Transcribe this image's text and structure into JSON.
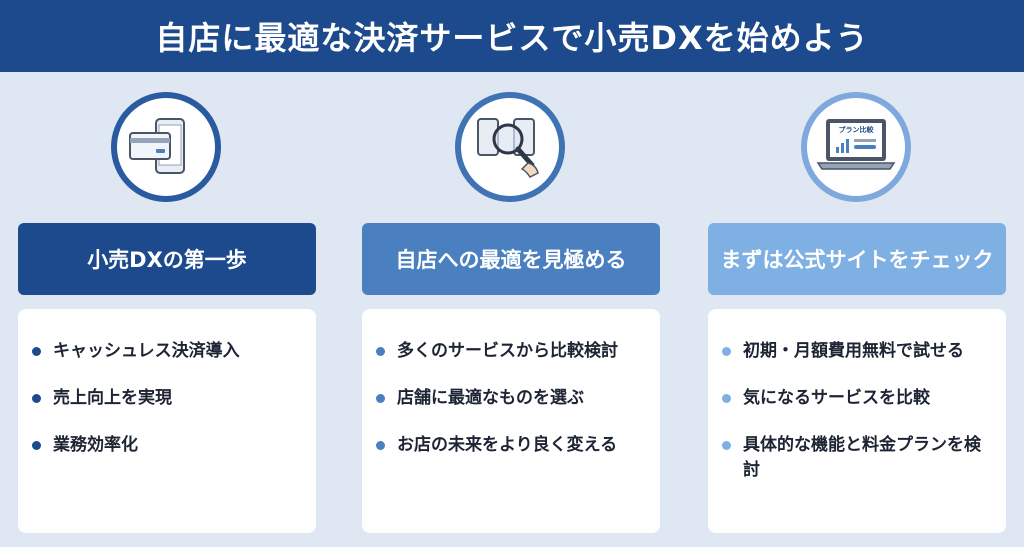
{
  "banner": {
    "title": "自店に最適な決済サービスで小売DXを始めよう"
  },
  "columns": [
    {
      "icon": "card-and-phone-icon",
      "header": "小売DXの第一歩",
      "items": [
        "キャッシュレス決済導入",
        "売上向上を実現",
        "業務効率化"
      ]
    },
    {
      "icon": "magnifier-phones-icon",
      "header": "自店への最適を見極める",
      "items": [
        "多くのサービスから比較検討",
        "店舗に最適なものを選ぶ",
        "お店の未来をより良く変える"
      ]
    },
    {
      "icon": "laptop-plan-icon",
      "icon_text": "プラン比較",
      "header": "まずは公式サイトをチェック",
      "items": [
        "初期・月額費用無料で試せる",
        "気になるサービスを比較",
        "具体的な機能と料金プランを検討"
      ]
    }
  ],
  "colors": {
    "navy": "#1c4a8c",
    "mid_blue": "#4a7fc0",
    "light_blue": "#7fb0e3",
    "background": "#dfe7f3"
  }
}
